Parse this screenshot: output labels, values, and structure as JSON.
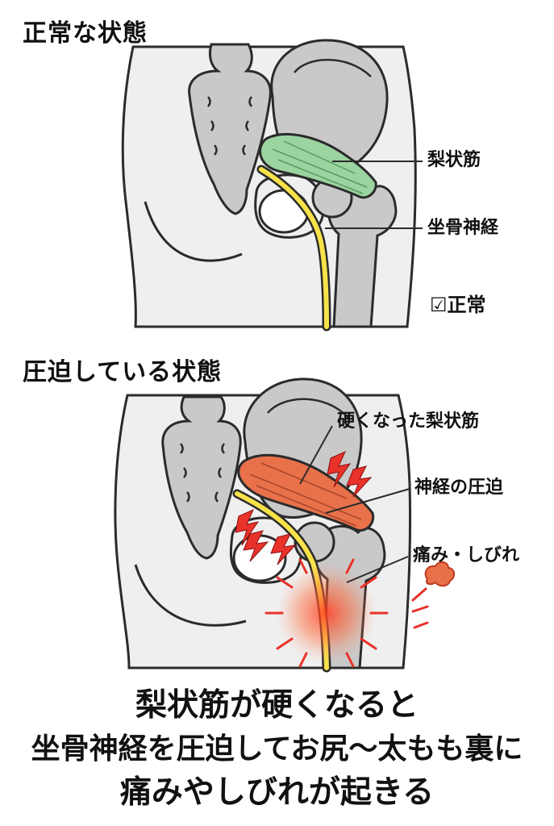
{
  "panels": {
    "normal": {
      "heading": "正常な状態",
      "labels": {
        "piriformis": "梨状筋",
        "sciatic": "坐骨神経",
        "status": "正常"
      }
    },
    "compressed": {
      "heading": "圧迫している状態",
      "labels": {
        "stiff_piriformis": "硬くなった梨状筋",
        "compression": "神経の圧迫",
        "pain": "痛み・しびれ"
      }
    }
  },
  "caption": {
    "line1": "梨状筋が硬くなると",
    "line2": "坐骨神経を圧迫してお尻〜太もも裏に",
    "line3": "痛みやしびれが起きる"
  },
  "colors": {
    "bone": "#c9c9c9",
    "skin": "#efefef",
    "muscle_normal": "#9bd4a0",
    "muscle_stiff": "#e8714a",
    "nerve": "#f7e24a",
    "pain": "#e8322a",
    "outline": "#2b2b2b"
  },
  "icons": [
    "check-icon",
    "lightning-bolt-icon",
    "pain-burst-icon",
    "pain-puff-icon"
  ]
}
